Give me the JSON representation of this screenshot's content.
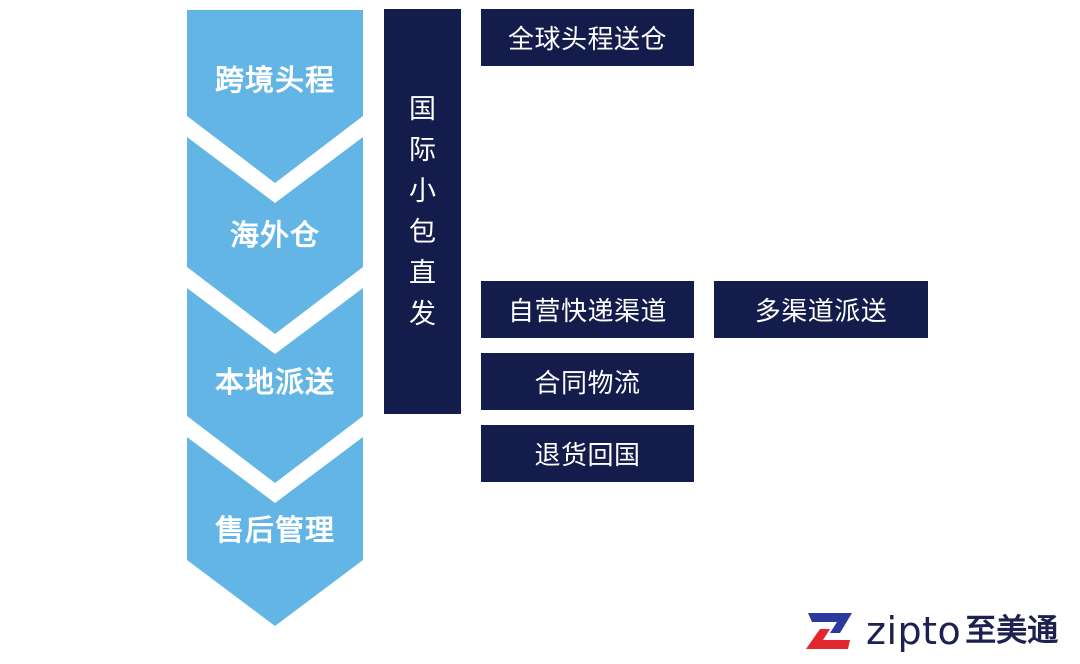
{
  "colors": {
    "chevron": "#62b5e5",
    "dark_box": "#141c4c",
    "text_light": "#ffffff",
    "logo_blue": "#2b3a9e",
    "logo_red": "#e4262e",
    "logo_text": "#1d2150"
  },
  "chevrons": [
    {
      "label": "跨境头程"
    },
    {
      "label": "海外仓"
    },
    {
      "label": "本地派送"
    },
    {
      "label": "售后管理"
    }
  ],
  "vertical_bar": {
    "chars": [
      "国",
      "际",
      "小",
      "包",
      "直",
      "发"
    ],
    "label": "国际小包直发"
  },
  "boxes": {
    "global_headhaul": "全球头程送仓",
    "self_express": "自营快递渠道",
    "multi_channel": "多渠道派送",
    "contract_logistics": "合同物流",
    "returns": "退货回国"
  },
  "logo": {
    "icon": "z-logo-icon",
    "word": "zipto",
    "cn": "至美通"
  }
}
